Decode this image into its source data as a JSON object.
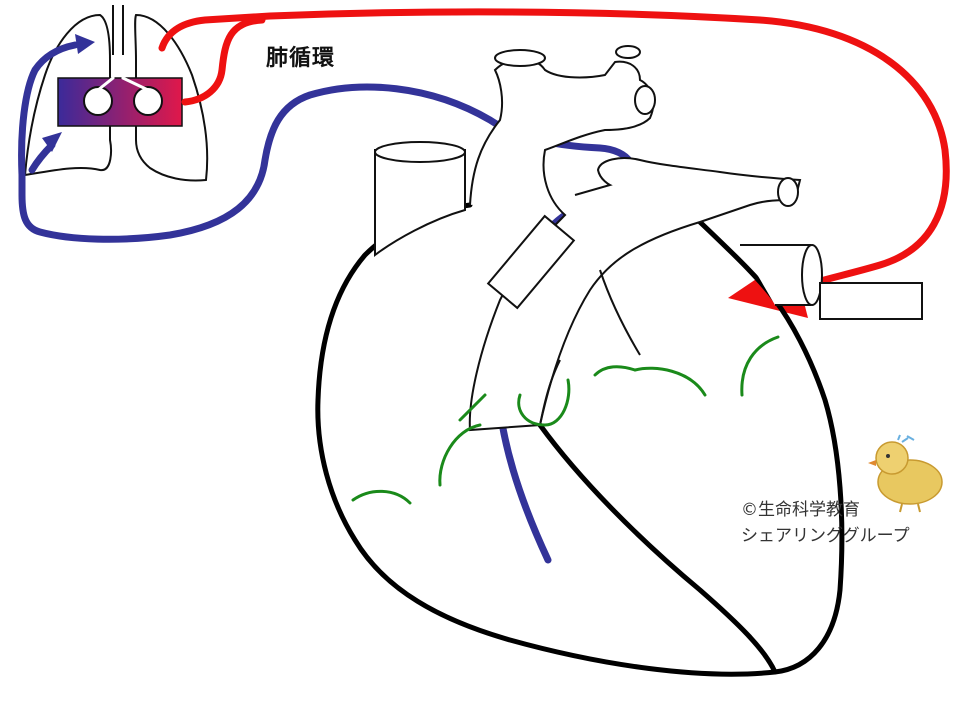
{
  "diagram": {
    "label_pulmonary": "肺循環",
    "credit_line1": "©生命科学教育",
    "credit_line2": "シェアリンググループ",
    "blank_label_aorta": "",
    "blank_label_right": ""
  },
  "colors": {
    "oxygenated": "#ee1111",
    "deoxygenated": "#333399",
    "vessel_outline": "#111111",
    "heart_outline": "#000000",
    "coronary": "#1a8a1a",
    "lung_box_left": "#3b2a9a",
    "lung_box_right": "#e0184a",
    "chick_body": "#e8c860"
  },
  "icons": {
    "lung": "lung-icon",
    "chick": "chick-mascot-icon",
    "arrow": "arrow-head-icon"
  }
}
